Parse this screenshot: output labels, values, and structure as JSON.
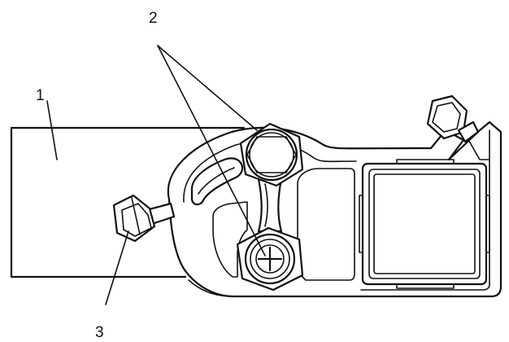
{
  "callouts": [
    {
      "label": "1"
    },
    {
      "label": "2"
    },
    {
      "label": "3"
    }
  ],
  "colors": {
    "line": "#111111",
    "background": "#ffffff"
  }
}
